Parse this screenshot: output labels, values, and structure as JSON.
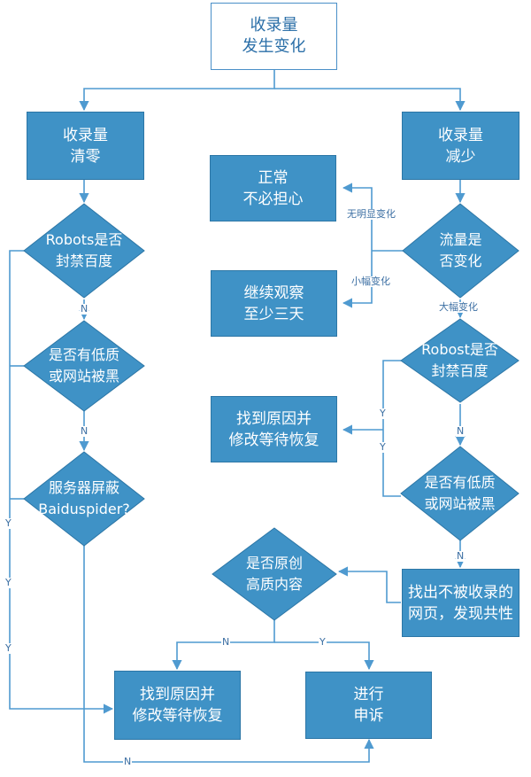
{
  "nodes": {
    "start": "收录量\n发生变化",
    "cleared": "收录量\n清零",
    "decreased": "收录量\n减少",
    "robots_block_baidu": "Robots是否\n封禁百度",
    "low_quality_hacked_left": "是否有低质\n或网站被黑",
    "server_block_spider": "服务器屏蔽\nBaiduspider?",
    "normal_no_worry": "正常\n不必担心",
    "keep_observing": "继续观察\n至少三天",
    "traffic_changed": "流量是\n否变化",
    "robost_block_baidu": "Robost是否\n封禁百度",
    "find_cause_fix_right": "找到原因并\n修改等待恢复",
    "low_quality_hacked_right": "是否有低质\n或网站被黑",
    "original_quality": "是否原创\n高质内容",
    "find_unindexed_pages": "找出不被收录的\n网页，发现共性",
    "find_cause_fix_bottom": "找到原因并\n修改等待恢复",
    "appeal": "进行\n申诉"
  },
  "edge_labels": {
    "no_obvious_change": "无明显变化",
    "small_change": "小幅变化",
    "large_change": "大幅变化",
    "n1": "N",
    "n2": "N",
    "y_l1": "Y",
    "y_l2": "Y",
    "y_l3": "Y",
    "y_r1": "Y",
    "y_r2": "Y",
    "n_r1": "N",
    "n_r2": "N",
    "n_orig": "N",
    "y_orig": "Y",
    "n_bottom": "N"
  },
  "colors": {
    "box_fill": "#3f92c6",
    "box_border": "#2c76a6",
    "diamond_fill": "#3f92c6",
    "line": "#4f9ad0",
    "start_border": "#4a8fc8",
    "start_text": "#2b6fa8"
  }
}
